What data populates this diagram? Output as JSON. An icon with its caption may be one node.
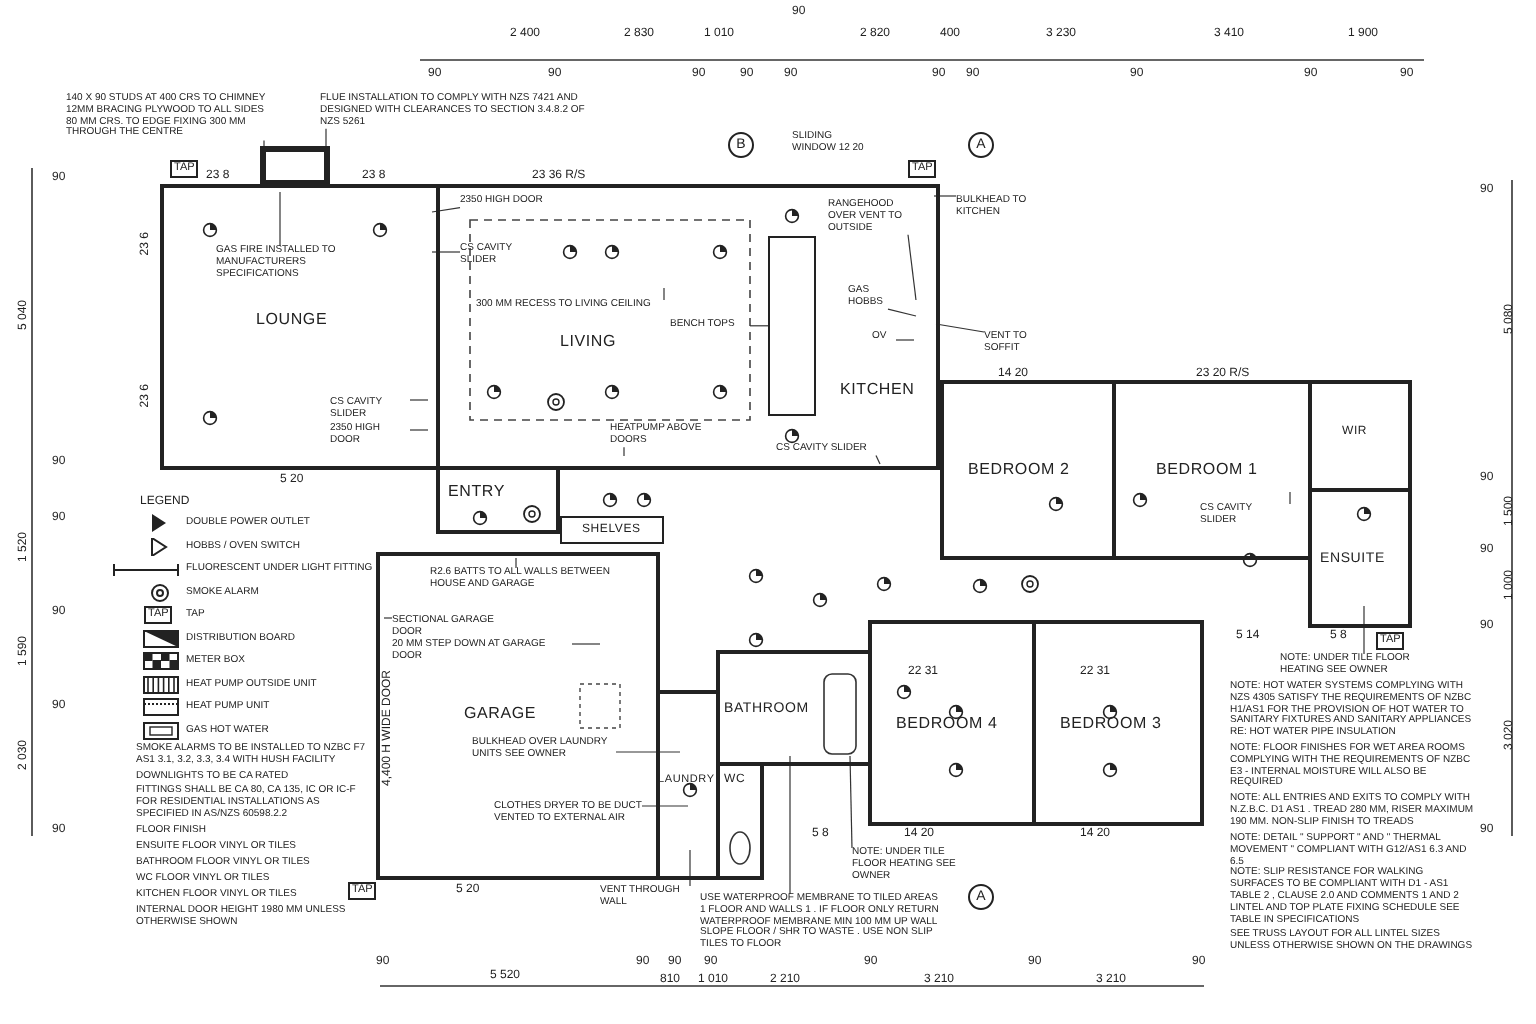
{
  "diagram": {
    "nodes": [
      {
        "text": [
          "LOUNGE"
        ]
      },
      {
        "text": [
          "LIVING"
        ]
      },
      {
        "text": [
          "KITCHEN"
        ],
        "in": 1
      },
      {
        "text": [
          "ENTRY"
        ]
      },
      {
        "text": [
          "GARAGE"
        ]
      },
      {
        "text": [
          "LAUNDRY"
        ]
      },
      {
        "text": [
          "BATHROOM"
        ]
      },
      {
        "text": [
          "WC"
        ]
      },
      {
        "text": [
          "BEDROOM 4"
        ]
      },
      {
        "text": [
          "BEDROOM 3"
        ]
      },
      {
        "text": [
          "BEDROOM 2"
        ]
      },
      {
        "text": [
          "BEDROOM 1"
        ]
      },
      {
        "text": [
          "WIR"
        ]
      },
      {
        "text": [
          "ENSUITE"
        ]
      },
      {
        "text": [
          "SHELVES"
        ]
      },
      {
        "text": [
          "140 X 90 STUDS AT 400 CRS TO CHIMNEY 12MM BRACING PLYWOOD TO ALL SIDES 80 MM CRS. TO EDGE FIXING 300 MM THROUGH THE CENTRE"
        ]
      },
      {
        "text": [
          "FLUE INSTALLATION TO COMPLY WITH NZS 7421 AND DESIGNED WITH CLEARANCES TO SECTION 3.4.8.2 OF NZS 5261"
        ]
      },
      {
        "text": [
          "GAS FIRE INSTALLED TO MANUFACTURERS SPECIFICATIONS"
        ],
        "in": 0
      },
      {
        "text": [
          "2350 HIGH DOOR"
        ],
        "in": 1
      },
      {
        "text": [
          "CS CAVITY SLIDER"
        ],
        "in": 1
      },
      {
        "text": [
          "CS CAVITY SLIDER"
        ],
        "in": 0
      },
      {
        "text": [
          "2350 HIGH DOOR"
        ],
        "in": 0
      },
      {
        "text": [
          "300 MM RECESS TO LIVING CEILING"
        ],
        "in": 1
      },
      {
        "text": [
          "HEATPUMP ABOVE DOORS"
        ],
        "in": 1
      },
      {
        "text": [
          "BENCH TOPS"
        ],
        "in": 1
      },
      {
        "text": [
          "RANGEHOOD OVER VENT TO OUTSIDE"
        ],
        "in": 2
      },
      {
        "text": [
          "BULKHEAD TO KITCHEN"
        ]
      },
      {
        "text": [
          "GAS HOBBS"
        ],
        "in": 2
      },
      {
        "text": [
          "OV"
        ],
        "in": 2
      },
      {
        "text": [
          "VENT TO SOFFIT"
        ]
      },
      {
        "text": [
          "CS CAVITY SLIDER"
        ],
        "in": 1
      },
      {
        "text": [
          "CS CAVITY SLIDER"
        ],
        "in": 11
      },
      {
        "text": [
          "R2.6 BATTS TO ALL WALLS BETWEEN HOUSE AND GARAGE"
        ],
        "in": 4
      },
      {
        "text": [
          "SECTIONAL GARAGE DOOR"
        ],
        "in": 4
      },
      {
        "text": [
          "20 MM STEP DOWN AT GARAGE DOOR"
        ],
        "in": 4
      },
      {
        "text": [
          "BULKHEAD OVER LAUNDRY UNITS SEE OWNER"
        ],
        "in": 4
      },
      {
        "text": [
          "CLOTHES DRYER TO BE DUCT VENTED TO EXTERNAL AIR"
        ],
        "in": 4
      },
      {
        "text": [
          "VENT THROUGH WALL"
        ]
      },
      {
        "text": [
          "USE WATERPROOF MEMBRANE TO TILED AREAS 1 FLOOR AND WALLS 1 . IF FLOOR ONLY RETURN WATERPROOF MEMBRANE MIN 100 MM UP WALL SLOPE FLOOR / SHR TO WASTE . USE NON SLIP TILES TO FLOOR"
        ]
      },
      {
        "text": [
          "NOTE: UNDER TILE FLOOR HEATING SEE OWNER"
        ]
      },
      {
        "text": [
          "NOTE: UNDER TILE FLOOR HEATING SEE OWNER"
        ]
      },
      {
        "text": [],
        "shape": "box"
      },
      {
        "text": [],
        "shape": "box",
        "in": 1
      }
    ],
    "edges": [
      {
        "from": 15,
        "to": 41,
        "arrow": "none"
      },
      {
        "from": 16,
        "to": 41,
        "arrow": "none"
      },
      {
        "from": 17,
        "to": 0,
        "arrow": "none"
      },
      {
        "from": 18,
        "to": 0,
        "arrow": "none"
      },
      {
        "from": 19,
        "to": 0,
        "arrow": "none"
      },
      {
        "from": 20,
        "to": 0,
        "arrow": "none"
      },
      {
        "from": 21,
        "to": 0,
        "arrow": "none"
      },
      {
        "from": 22,
        "to": 1,
        "arrow": "none"
      },
      {
        "from": 23,
        "to": 1,
        "arrow": "none"
      },
      {
        "from": 24,
        "to": 42,
        "arrow": "none"
      },
      {
        "from": 25,
        "to": 2,
        "arrow": "none"
      },
      {
        "from": 26,
        "to": 2,
        "arrow": "none"
      },
      {
        "from": 27,
        "to": 2,
        "arrow": "none"
      },
      {
        "from": 28,
        "to": 2,
        "arrow": "none"
      },
      {
        "from": 29,
        "to": 2,
        "arrow": "none"
      },
      {
        "from": 30,
        "to": 1,
        "arrow": "none"
      },
      {
        "from": 31,
        "to": 11,
        "arrow": "none"
      },
      {
        "from": 32,
        "to": 4,
        "arrow": "none"
      },
      {
        "from": 33,
        "to": 4,
        "arrow": "none"
      },
      {
        "from": 34,
        "to": 4,
        "arrow": "none"
      },
      {
        "from": 35,
        "to": 5,
        "arrow": "none"
      },
      {
        "from": 36,
        "to": 5,
        "arrow": "none"
      },
      {
        "from": 37,
        "to": 5,
        "arrow": "none"
      },
      {
        "from": 38,
        "to": 6,
        "arrow": "none"
      },
      {
        "from": 39,
        "to": 6,
        "arrow": "none"
      },
      {
        "from": 40,
        "to": 13,
        "arrow": "none"
      }
    ],
    "labels": [
      "2 400",
      "2 830",
      "1 010",
      "90",
      "2 820",
      "400",
      "3 230",
      "3 410",
      "1 900",
      "90",
      "90",
      "90",
      "90",
      "90",
      "90",
      "90",
      "90",
      "90",
      "90",
      "90",
      "5 040",
      "90",
      "90",
      "1 520",
      "90",
      "1 590",
      "90",
      "2 030",
      "90",
      "90",
      "5 080",
      "90",
      "1 500",
      "90",
      "1 000",
      "90",
      "3 020",
      "90",
      "B",
      "A",
      "A",
      "TAP",
      "23 8",
      "23 8",
      "23 36 R/S",
      "SLIDING WINDOW 12 20",
      "TAP",
      "14 20",
      "23 20 R/S",
      "23 6",
      "23 6",
      "5 20",
      "LEGEND",
      "TAP",
      "4,400 H WIDE DOOR",
      "22 31",
      "22 31",
      "5 14",
      "5 8",
      "TAP",
      "5 8",
      "14 20",
      "14 20",
      "TAP",
      "5 20",
      "SMOKE ALARMS TO BE INSTALLED TO NZBC F7 AS1 3.1, 3.2, 3.3, 3.4 WITH HUSH FACILITY",
      "DOWNLIGHTS TO BE CA RATED",
      "FITTINGS SHALL BE CA 80, CA 135, IC OR IC-F FOR RESIDENTIAL INSTALLATIONS AS SPECIFIED IN AS/NZS 60598.2.2",
      "FLOOR FINISH",
      "ENSUITE FLOOR VINYL OR TILES",
      "BATHROOM FLOOR VINYL OR TILES",
      "WC FLOOR VINYL OR TILES",
      "KITCHEN FLOOR VINYL OR TILES",
      "INTERNAL DOOR HEIGHT 1980 MM UNLESS OTHERWISE SHOWN",
      "NOTE: HOT WATER SYSTEMS COMPLYING WITH NZS 4305 SATISFY THE REQUIREMENTS OF NZBC H1/AS1 FOR THE PROVISION OF HOT WATER TO SANITARY FIXTURES AND SANITARY APPLIANCES RE: HOT WATER PIPE INSULATION",
      "NOTE: FLOOR FINISHES FOR WET AREA ROOMS COMPLYING WITH THE REQUIREMENTS OF NZBC E3 - INTERNAL MOISTURE WILL ALSO BE REQUIRED",
      "NOTE: ALL ENTRIES AND EXITS TO COMPLY WITH N.Z.B.C. D1 AS1 . TREAD 280 MM, RISER MAXIMUM 190 MM. NON-SLIP FINISH TO TREADS",
      "NOTE: DETAIL \" SUPPORT \" AND \" THERMAL MOVEMENT \" COMPLIANT WITH G12/AS1 6.3 AND 6.5",
      "NOTE: SLIP RESISTANCE FOR WALKING SURFACES TO BE COMPLIANT WITH D1 - AS1 TABLE 2 , CLAUSE 2.0 AND COMMENTS 1 AND 2",
      "LINTEL AND TOP PLATE FIXING SCHEDULE SEE TABLE IN SPECIFICATIONS",
      "SEE TRUSS LAYOUT FOR ALL LINTEL SIZES UNLESS OTHERWISE SHOWN ON THE DRAWINGS",
      "5 520",
      "810",
      "1 010",
      "2 210",
      "3 210",
      "3 210",
      "90",
      "90",
      "90",
      "90",
      "90",
      "90",
      "90"
    ],
    "legend": [
      {
        "text": "DOUBLE POWER OUTLET"
      },
      {
        "text": "HOBBS / OVEN SWITCH"
      },
      {
        "text": "FLUORESCENT UNDER LIGHT FITTING"
      },
      {
        "text": "SMOKE ALARM"
      },
      {
        "text": "TAP"
      },
      {
        "text": "DISTRIBUTION BOARD"
      },
      {
        "text": "METER BOX"
      },
      {
        "text": "HEAT PUMP OUTSIDE UNIT"
      },
      {
        "text": "HEAT PUMP UNIT"
      },
      {
        "text": "GAS HOT WATER"
      }
    ]
  }
}
